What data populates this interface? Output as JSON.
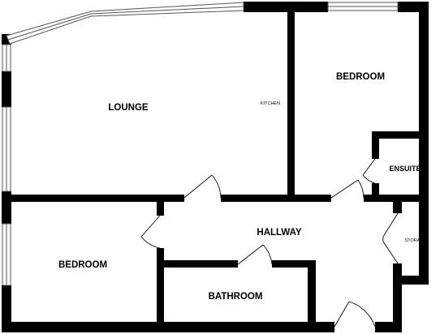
{
  "rooms": {
    "lounge": "LOUNGE",
    "kitchen": "KITCHEN",
    "bedroom_main": "BEDROOM",
    "ensuite": "ENSUITE",
    "hallway": "HALLWAY",
    "storage": "STORAGE",
    "bedroom_second": "BEDROOM",
    "bathroom": "BATHROOM"
  },
  "colors": {
    "wall": "#000000",
    "background": "#ffffff",
    "window_frame": "#555555"
  }
}
